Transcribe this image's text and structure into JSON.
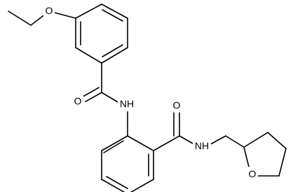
{
  "molecule": {
    "atom_labels": {
      "ether_oxygen": "O",
      "amide1_oxygen": "O",
      "amide1_nitrogen": "NH",
      "amide2_oxygen": "O",
      "amide2_nitrogen": "NH",
      "ring_oxygen": "O"
    },
    "colors": {
      "bond": "#000000",
      "label": "#000000",
      "background": "#ffffff"
    }
  }
}
